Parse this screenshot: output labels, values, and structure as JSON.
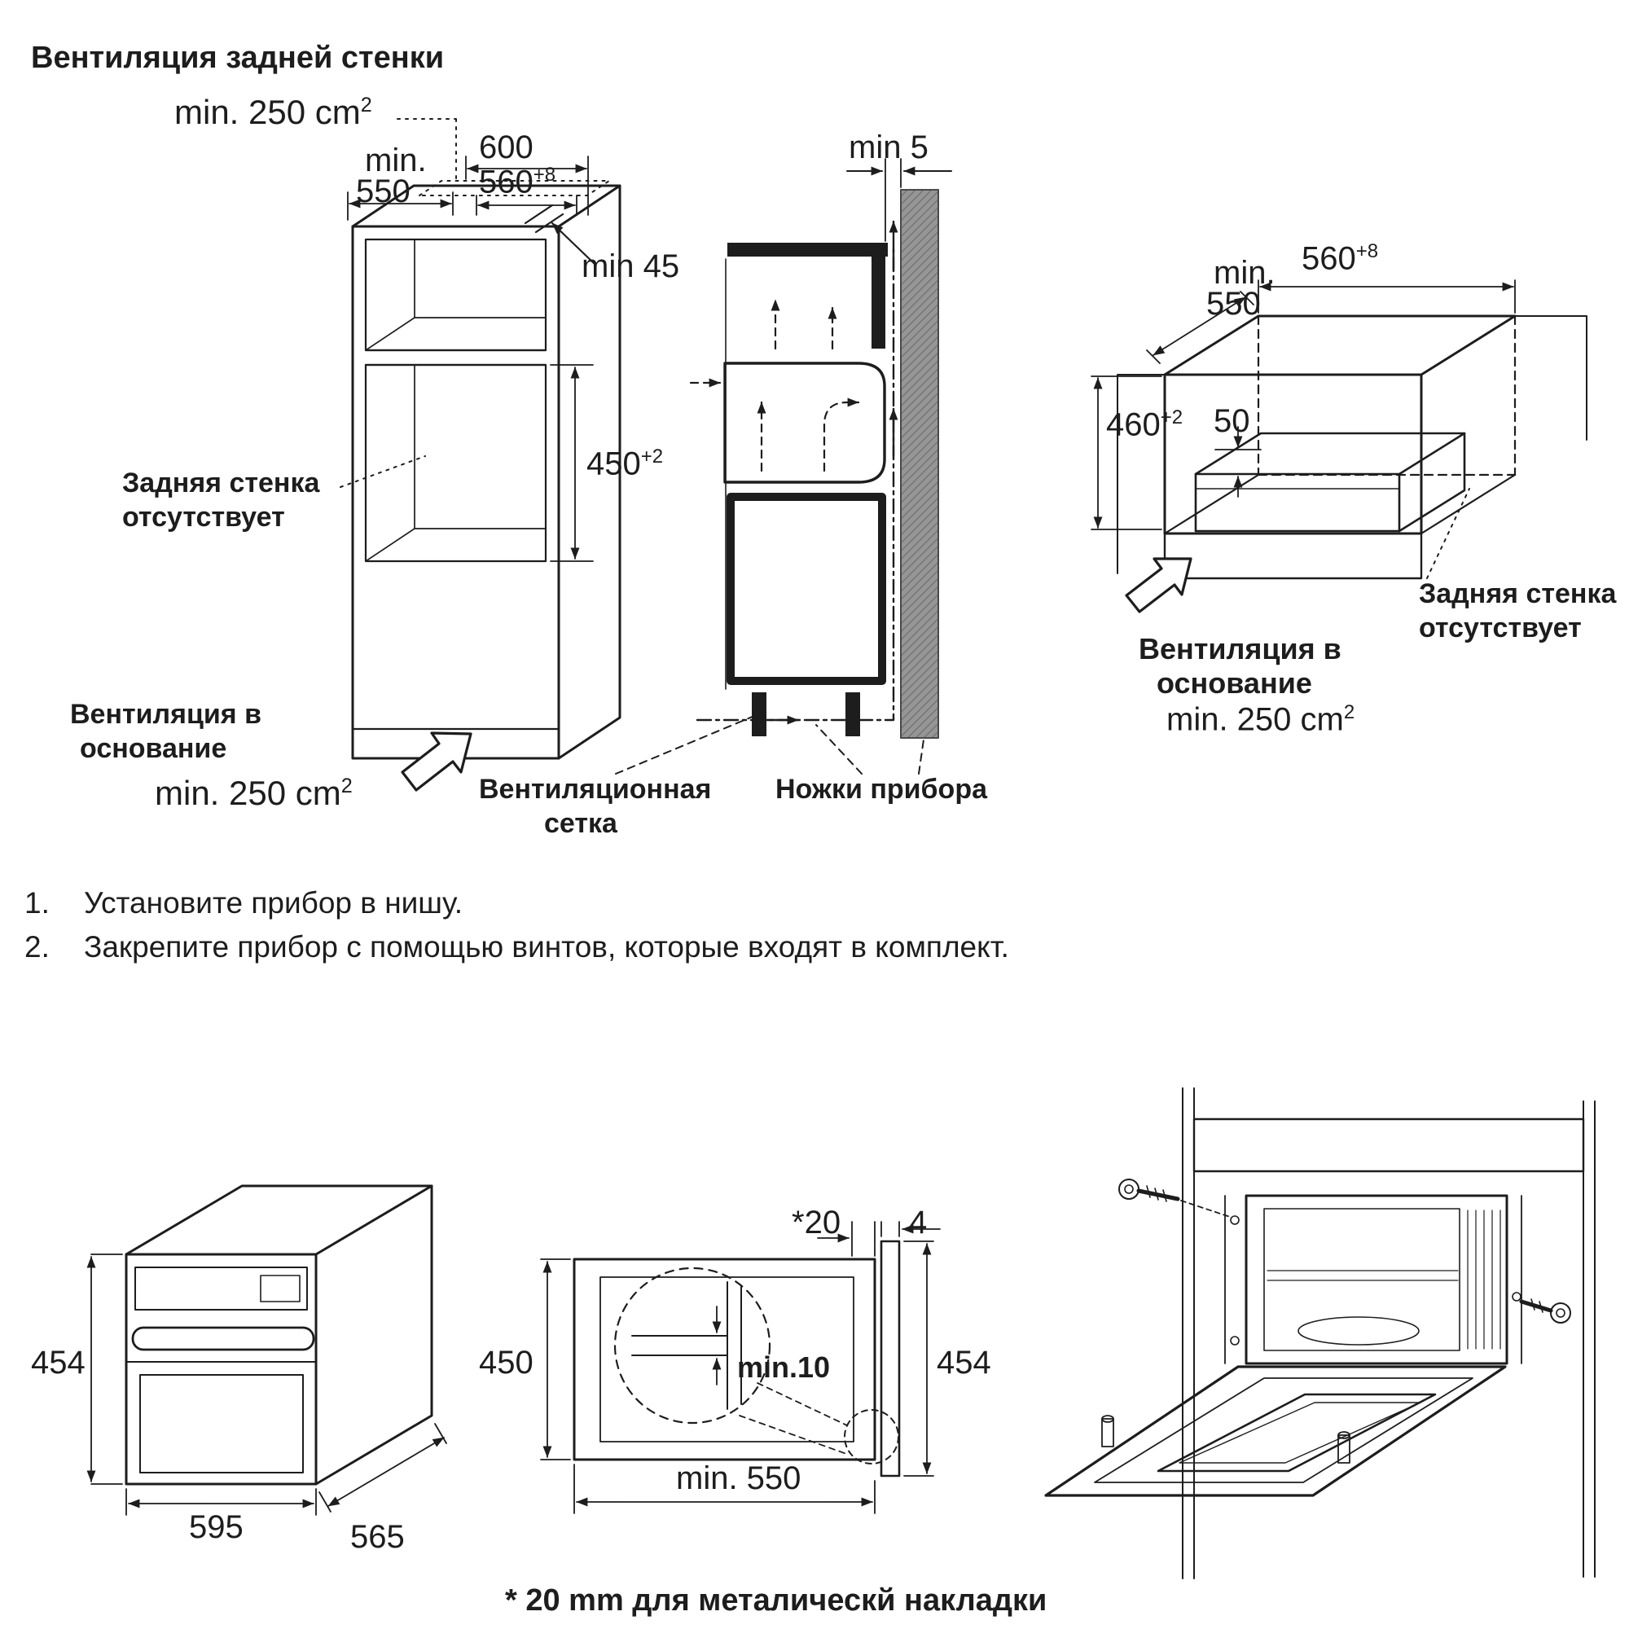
{
  "section_top": {
    "title": "Вентиляция задней стенки",
    "cabinet_tall": {
      "vent_rear_area": "min. 250 cm",
      "vent_rear_area_sup": "2",
      "dim_min": "min.",
      "dim_550": "550",
      "dim_600": "600",
      "dim_560": "560",
      "dim_560_sup": "+8",
      "dim_min45": "min 45",
      "dim_450": "450",
      "dim_450_sup": "+2",
      "back_wall_1": "Задняя стенка",
      "back_wall_2": "отсутствует",
      "vent_base_1": "Вентиляция в",
      "vent_base_2": "основание",
      "vent_base_area": "min. 250 cm",
      "vent_base_area_sup": "2"
    },
    "cross_section": {
      "dim_min5": "min 5",
      "vent_mesh_1": "Вентиляционная",
      "vent_mesh_2": "сетка",
      "feet": "Ножки прибора"
    },
    "cabinet_low": {
      "dim_560": "560",
      "dim_560_sup": "+8",
      "dim_min": "min.",
      "dim_550": "550",
      "dim_460": "460",
      "dim_460_sup": "+2",
      "dim_50": "50",
      "back_wall_1": "Задняя стенка",
      "back_wall_2": "отсутствует",
      "vent_base_1": "Вентиляция в",
      "vent_base_2": "основание",
      "vent_base_area": "min. 250 cm",
      "vent_base_area_sup": "2"
    }
  },
  "steps": [
    {
      "num": "1.",
      "text": "Установите прибор в нишу."
    },
    {
      "num": "2.",
      "text": "Закрепите прибор с помощью винтов, которые входят в комплект."
    }
  ],
  "section_bottom": {
    "oven_dims": {
      "height": "454",
      "width": "595",
      "depth": "565"
    },
    "niche_dims": {
      "overlay": "*20",
      "panel": "4",
      "height": "450",
      "clearance": "min.10",
      "front_height": "454",
      "width": "min. 550"
    },
    "footnote": "* 20 mm для металическй накладки"
  }
}
